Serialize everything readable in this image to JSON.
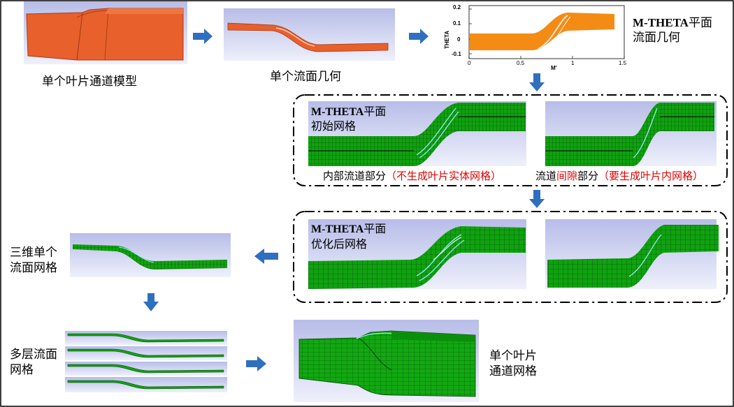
{
  "labels": {
    "step1": "单个叶片通道模型",
    "step2": "单个流面几何",
    "step3_line1_bold": "M-THETA",
    "step3_line1_rest": "平面",
    "step3_line2": "流面几何",
    "initial_line1_bold": "M-THETA",
    "initial_line1_rest": "平面",
    "initial_line2": "初始网格",
    "inner_black": "内部流道部分",
    "inner_red": "（不生成叶片实体网格）",
    "gap_black_1": "流道",
    "gap_red_1": "间隙",
    "gap_black_2": "部分",
    "gap_red_2": "（要生成叶片内网格）",
    "optimized_line1_bold": "M-THETA",
    "optimized_line1_rest": "平面",
    "optimized_line2": "优化后网格",
    "mesh3d_line1": "三维单个",
    "mesh3d_line2": "流面网格",
    "multilayer_line1": "多层流面",
    "multilayer_line2": "网格",
    "final_line1": "单个叶片",
    "final_line2": "通道网格"
  },
  "plot": {
    "ylabel": "THETA",
    "xlabel": "M'",
    "xticks": [
      "0",
      "0.5",
      "1",
      "1.5"
    ],
    "yticks": [
      "0.2",
      "0.1",
      "0",
      "-0.1"
    ]
  },
  "colors": {
    "orange": "#e8602c",
    "plot_orange": "#f48b15",
    "mesh_green": "#10a210",
    "arrow_blue": "#2f6fbf",
    "label_red": "#e00000"
  }
}
